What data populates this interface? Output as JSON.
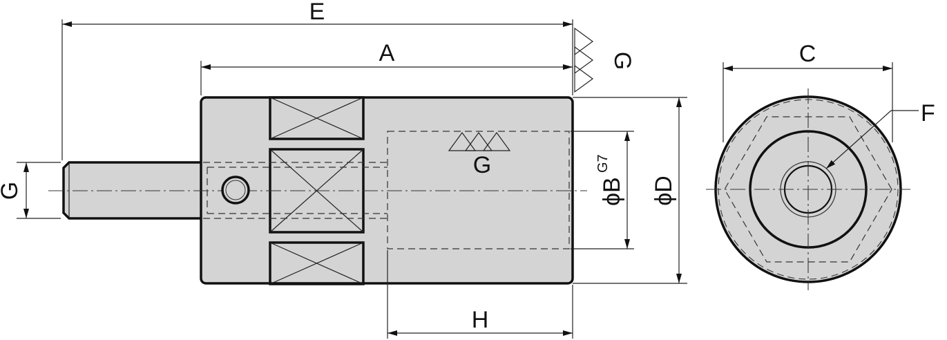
{
  "colors": {
    "fill": "#d4d4d4",
    "line": "#111111",
    "background": "#ffffff"
  },
  "labels": {
    "E": "E",
    "A": "A",
    "C": "C",
    "F": "F",
    "G_thread_top": "G",
    "G_thread_inner": "G",
    "G_left": "G",
    "B": "ϕB",
    "B_tolerance": "G7",
    "D": "ϕD",
    "H": "H"
  },
  "symbols": [
    "thread-symbol",
    "arrowhead",
    "cross-hatch-wrench-flat"
  ]
}
